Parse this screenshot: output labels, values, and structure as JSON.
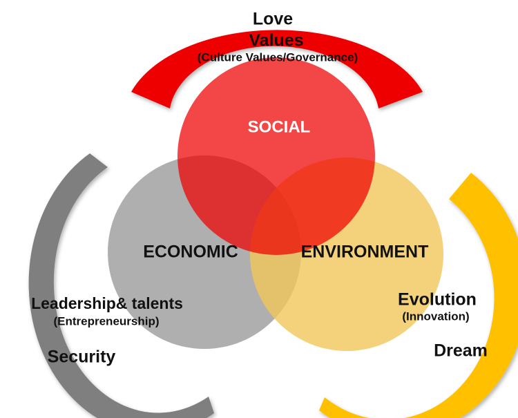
{
  "colors": {
    "love_arc": "#ee0000",
    "security_arc": "#7f7f7f",
    "dream_arc": "#ffc000",
    "social_circle": "#ee0000",
    "economic_circle": "#a8a8a8",
    "environment_circle": "#f0c75a",
    "text": "#111111",
    "social_text": "#ffffff"
  },
  "circles": {
    "social": "SOCIAL",
    "economic": "ECONOMIC",
    "environment": "ENVIRONMENT"
  },
  "top_arc": {
    "line1": "Love",
    "line2": "Values",
    "line3": "(Culture Values/Governance)"
  },
  "left_arc": {
    "line1": "Leadership& talents",
    "line2": "(Entrepreneurship)",
    "line3": "Security"
  },
  "right_arc": {
    "line1": "Evolution",
    "line2": "(Innovation)",
    "line3": "Dream"
  }
}
